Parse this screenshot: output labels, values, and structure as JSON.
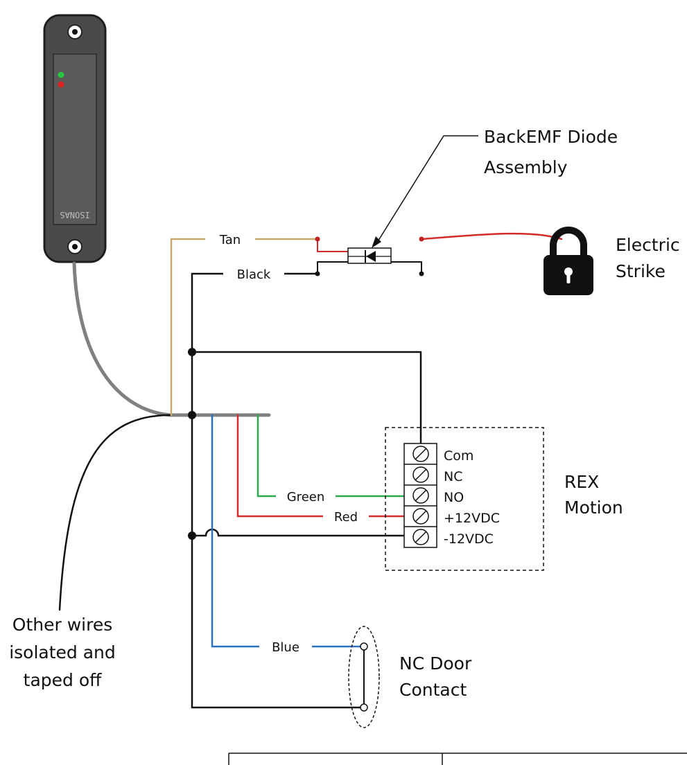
{
  "callouts": {
    "diode_line1": "BackEMF Diode",
    "diode_line2": "Assembly",
    "strike_line1": "Electric",
    "strike_line2": "Strike",
    "rex_line1": "REX",
    "rex_line2": "Motion",
    "door_line1": "NC Door",
    "door_line2": "Contact",
    "other_line1": "Other wires",
    "other_line2": "isolated and",
    "other_line3": "taped off"
  },
  "wires": {
    "tan": "Tan",
    "black": "Black",
    "green": "Green",
    "red": "Red",
    "blue": "Blue"
  },
  "rex_terminals": [
    "Com",
    "NC",
    "NO",
    "+12VDC",
    "-12VDC"
  ],
  "reader": {
    "brand": "ISONAS"
  },
  "colors": {
    "tan": "#c8a86a",
    "black": "#111111",
    "green": "#2aa84a",
    "red": "#d42a2a",
    "blue": "#2a72c0",
    "gray_cable": "#808080",
    "led_green": "#27c43f",
    "led_red": "#e02020"
  },
  "icons": [
    "padlock-icon",
    "diode-icon",
    "screw-terminal-icon"
  ]
}
